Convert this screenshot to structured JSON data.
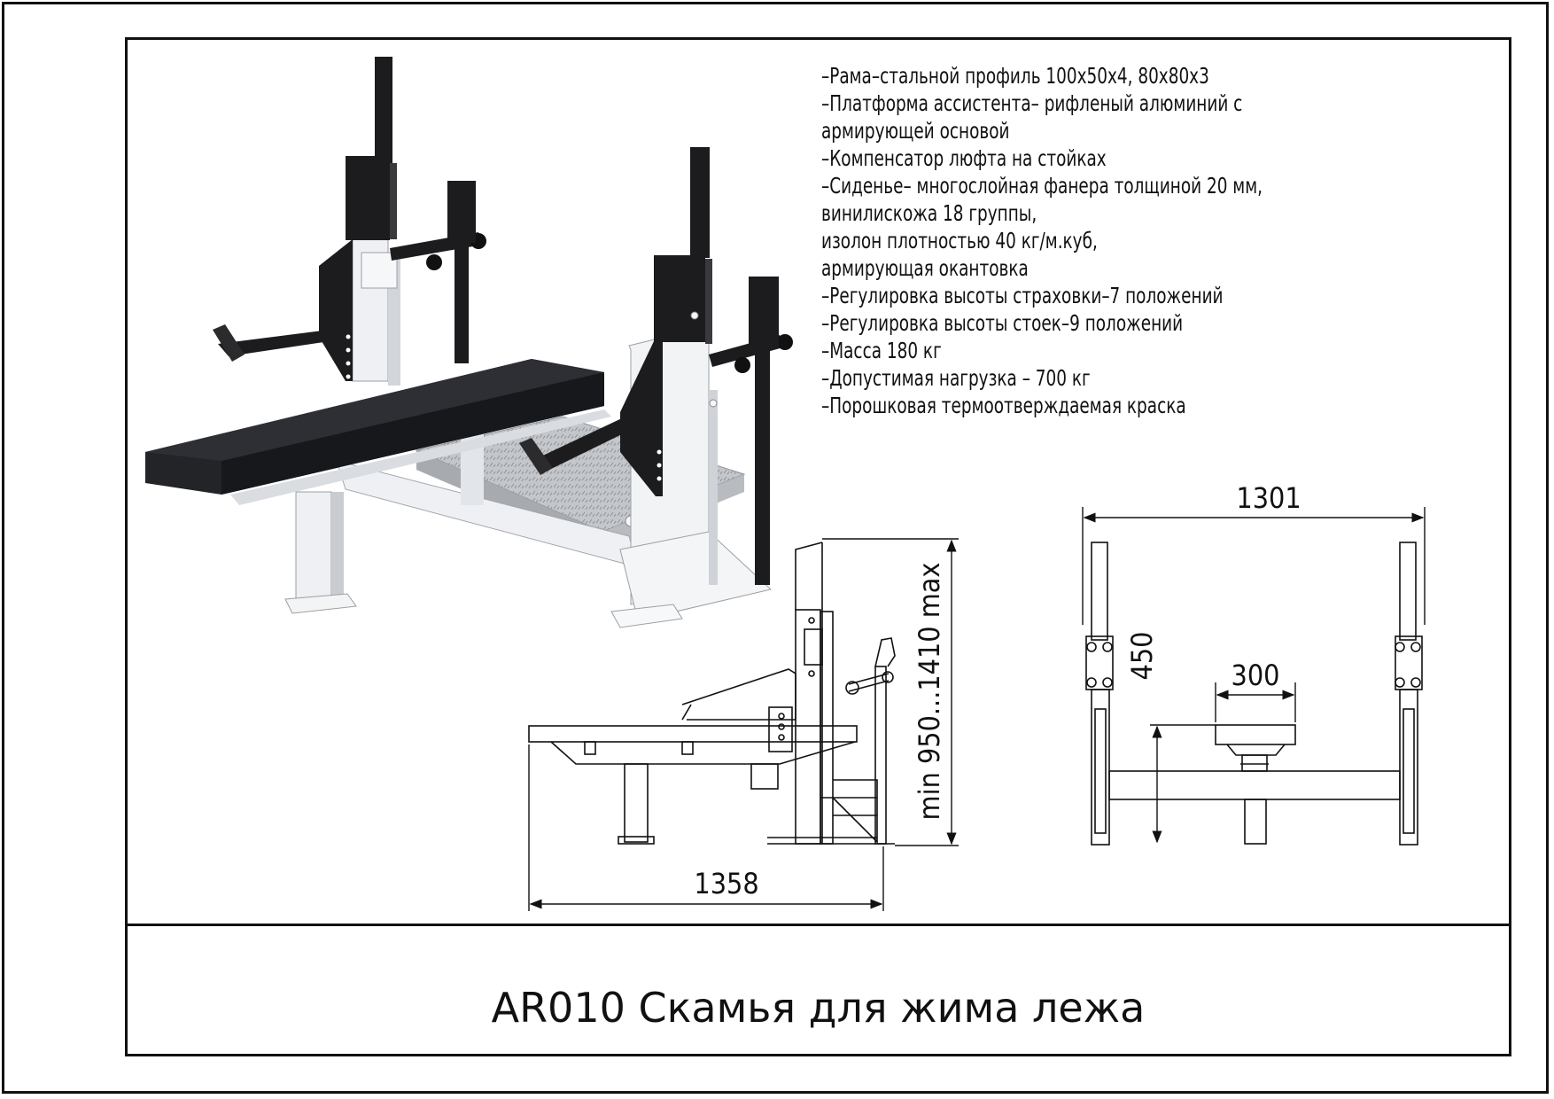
{
  "specs": [
    "–Рама–стальной профиль 100х50х4, 80х80х3",
    "–Платформа ассистента– рифленый алюминий с",
    "армирующей основой",
    "–Компенсатор люфта на стойках",
    "–Сиденье– многослойная фанера толщиной 20 мм,",
    "винилискожа 18 группы,",
    "изолон плотностью 40 кг/м.куб,",
    "армирующая окантовка",
    "–Регулировка высоты страховки–7 положений",
    "–Регулировка высоты стоек–9 положений",
    "–Масса 180 кг",
    "–Допустимая нагрузка – 700 кг",
    "–Порошковая термоотверждаемая краска"
  ],
  "dimensions": {
    "side_length": "1358",
    "side_height": "min 950...1410 max",
    "front_width": "1301",
    "front_height": "450",
    "front_seat_width": "300"
  },
  "title": "AR010 Скамья для жима лежа",
  "colors": {
    "frame_white": "#f2f3f5",
    "frame_black": "#1c1c1e",
    "seat": "#232428",
    "platform": "#b9bcc0",
    "line": "#111111"
  }
}
